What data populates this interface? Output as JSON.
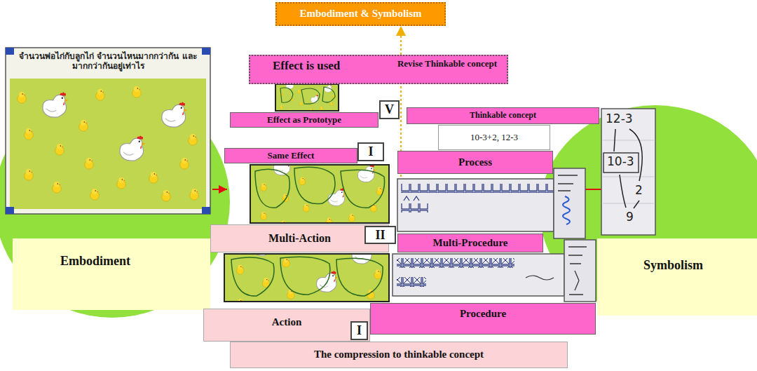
{
  "diagram": {
    "nodes": [
      {
        "text": [
          "Embodiment & Symbolism"
        ]
      },
      {
        "text": [
          "Effect is used",
          "Revise Thinkable concept"
        ]
      },
      {
        "text": [
          "V"
        ]
      },
      {
        "text": [
          "Effect as Prototype"
        ]
      },
      {
        "text": [
          "Thinkable concept"
        ]
      },
      {
        "text": [
          "10-3+2, 12-3"
        ]
      },
      {
        "text": [
          "I"
        ]
      },
      {
        "text": [
          "Same Effect"
        ]
      },
      {
        "text": [
          "Process"
        ]
      },
      {
        "text": [
          "จำนวนพ่อไก่กับลูกไก่ จำนวนไหนมากกว่ากัน และมากกว่ากันอยู่เท่าไร"
        ]
      },
      {
        "text": [
          "Multi-Action"
        ]
      },
      {
        "text": [
          "Multi-Procedure"
        ]
      },
      {
        "text": [
          "II"
        ]
      },
      {
        "text": [
          "Embodiment"
        ]
      },
      {
        "text": [
          "Symbolism"
        ]
      },
      {
        "text": [
          "Procedure"
        ]
      },
      {
        "text": [
          "Action"
        ]
      },
      {
        "text": [
          "I"
        ]
      },
      {
        "text": [
          "The compression to thinkable concept"
        ]
      }
    ],
    "edges": [
      {
        "from": 1,
        "to": 0,
        "arrow": "to"
      }
    ],
    "labels": [
      "12-3",
      "10-3",
      "2",
      "9"
    ]
  }
}
